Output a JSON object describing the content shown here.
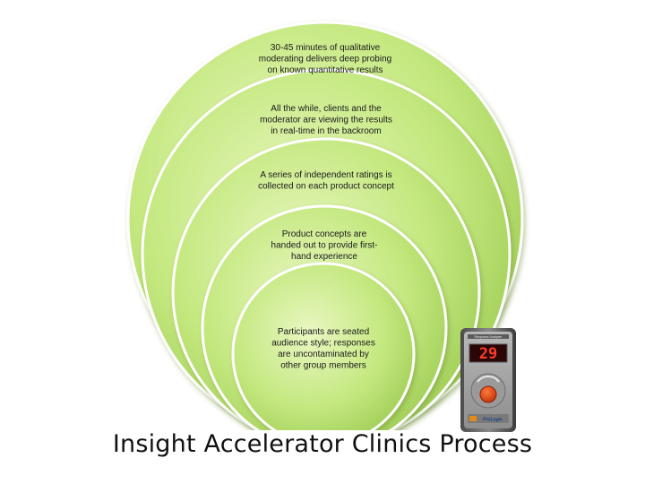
{
  "title": "Insight Accelerator Clinics Process",
  "colors": {
    "ring_light": "#e9f7c2",
    "ring_mid": "#c4e87f",
    "ring_dark": "#9ccb52",
    "outline": "#ffffff",
    "text": "#1a1a1a"
  },
  "rings": [
    {
      "id": "ring-1",
      "lines": [
        "30-45 minutes of qualitative",
        "moderating delivers deep probing",
        "on known quantitative results"
      ]
    },
    {
      "id": "ring-2",
      "lines": [
        "All the while, clients and the",
        "moderator are viewing the results",
        "in real-time in the backroom"
      ]
    },
    {
      "id": "ring-3",
      "lines": [
        "A series of independent ratings is",
        "collected on each product concept"
      ]
    },
    {
      "id": "ring-4",
      "lines": [
        "Product concepts are",
        "handed out to provide first-",
        "hand experience"
      ]
    },
    {
      "id": "ring-5",
      "lines": [
        "Participants are seated",
        "audience style; responses",
        "are uncontaminated by",
        "other group members"
      ]
    }
  ],
  "device": {
    "display_value": "29",
    "header_text": "Response Analyzer",
    "brand_text": "ProLogic",
    "icon": "audience-response-dial-icon"
  }
}
